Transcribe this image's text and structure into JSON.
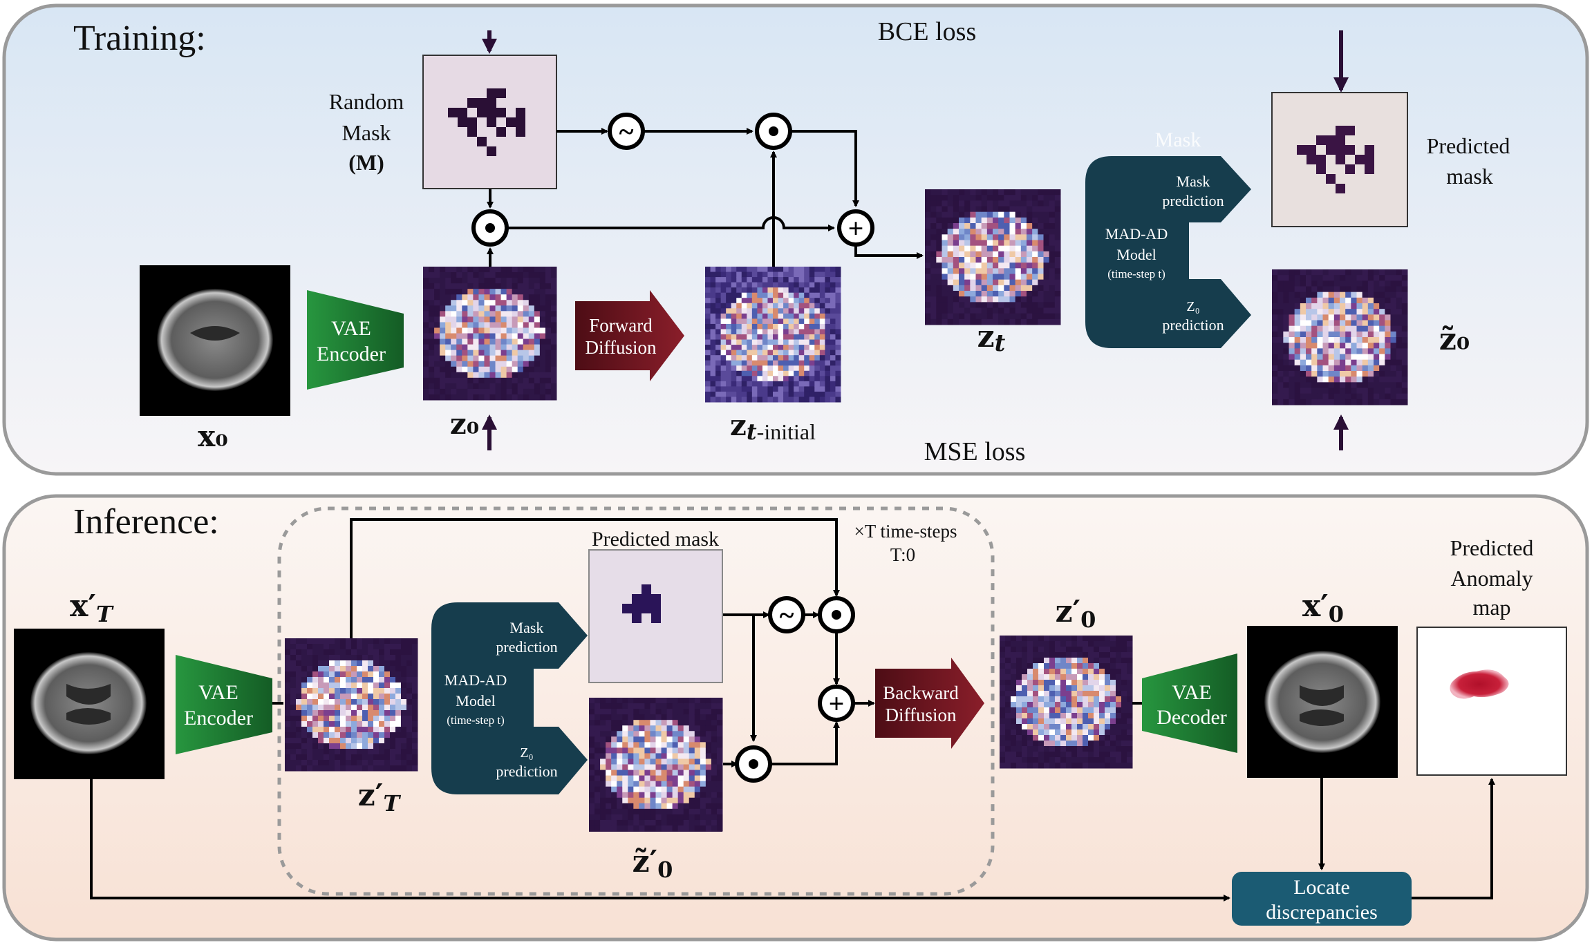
{
  "training": {
    "title": "Training:",
    "bce_loss": "BCE loss",
    "mse_loss": "MSE loss",
    "random_mask": [
      "Random",
      "Mask",
      "(M)"
    ],
    "vae_encoder": [
      "VAE",
      "Encoder"
    ],
    "forward_diffusion": [
      "Forward",
      "Diffusion"
    ],
    "model_top_label": "Mask",
    "model_lines": [
      "MAD-AD",
      "Model",
      "(time-step t)"
    ],
    "mask_prediction": [
      "Mask",
      "prediction"
    ],
    "z0_prediction": [
      "Z₀",
      "prediction"
    ],
    "predicted_mask": [
      "Predicted",
      "mask"
    ],
    "x0": "x₀",
    "z0": "z₀",
    "zt_initial": "z",
    "zt_initial_sub": "t",
    "zt_initial_suffix": "-initial",
    "zt": "z",
    "zt_sub": "t",
    "z0_tilde": "z̃₀"
  },
  "inference": {
    "title": "Inference:",
    "predicted_mask": "Predicted mask",
    "time_steps": [
      "×T time-steps",
      "T:0"
    ],
    "vae_encoder": [
      "VAE",
      "Encoder"
    ],
    "vae_decoder": [
      "VAE",
      "Decoder"
    ],
    "backward_diffusion": [
      "Backward",
      "Diffusion"
    ],
    "model_lines": [
      "MAD-AD",
      "Model",
      "(time-step t)"
    ],
    "mask_prediction": [
      "Mask",
      "prediction"
    ],
    "z0_prediction": [
      "Z₀",
      "prediction"
    ],
    "locate": [
      "Locate",
      "discrepancies"
    ],
    "anomaly_map": [
      "Predicted",
      "Anomaly",
      "map"
    ],
    "xT": "x′",
    "xT_sub": "T",
    "zT": "z′",
    "zT_sub": "T",
    "z0p": "z′",
    "z0p_sub": "0",
    "x0p": "x′",
    "x0p_sub": "0",
    "z0p_tilde": "z̃′",
    "z0p_tilde_sub": "0"
  },
  "symbols": {
    "tilde": "~",
    "odot": "⊙",
    "oplus": "+"
  },
  "colors": {
    "panel_top_bg": "#dde9f6",
    "panel_bottom_bg": "#fbeee6",
    "teal": "#163d4d",
    "maroon": "#6a1620",
    "green": "#1f7a33",
    "mask_bg": "#e6dae4",
    "mask_fill": "#2a0f35",
    "loss_purple": "#7c2a86",
    "locate_bg": "#1b5b73"
  }
}
